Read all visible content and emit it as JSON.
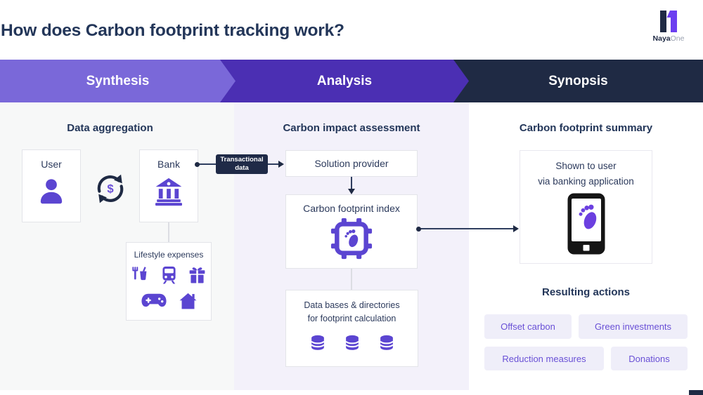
{
  "title": "How does Carbon footprint tracking work?",
  "logo": {
    "name_bold": "Naya",
    "name_light": "One"
  },
  "banner": {
    "stages": [
      {
        "label": "Synthesis",
        "color": "#7a68d9"
      },
      {
        "label": "Analysis",
        "color": "#4b2fb3"
      },
      {
        "label": "Synopsis",
        "color": "#1f2a44"
      }
    ]
  },
  "synthesis": {
    "heading": "Data aggregation",
    "user_box": {
      "label": "User",
      "icon": "person-icon"
    },
    "exchange": {
      "icon": "currency-exchange-icon",
      "symbol": "$"
    },
    "bank_box": {
      "label": "Bank",
      "icon": "bank-icon"
    },
    "transactional_tag": {
      "line1": "Transactional",
      "line2": "data"
    },
    "lifestyle_box": {
      "heading": "Lifestyle expenses",
      "icons": [
        "food-drink-icon",
        "train-icon",
        "gift-icon",
        "gamepad-icon",
        "house-icon"
      ]
    }
  },
  "analysis": {
    "heading": "Carbon impact assessment",
    "solution_provider": "Solution provider",
    "footprint_index": {
      "label": "Carbon footprint index",
      "icon": "chip-footprint-icon"
    },
    "databases": {
      "line1": "Data bases & directories",
      "line2": "for footprint calculation",
      "icons": [
        "database-icon",
        "database-icon",
        "database-icon"
      ]
    }
  },
  "synopsis": {
    "heading": "Carbon footprint summary",
    "shown_box": {
      "line1": "Shown to user",
      "line2": "via banking application",
      "icon": "smartphone-footprint-icon"
    },
    "actions_heading": "Resulting actions",
    "actions": [
      "Offset carbon",
      "Green investments",
      "Reduction measures",
      "Donations"
    ]
  },
  "colors": {
    "navy": "#1f2a44",
    "text_navy": "#233659",
    "icon_purple": "#5b45d1",
    "stage_synthesis": "#7a68d9",
    "stage_analysis": "#4b2fb3",
    "stage_synopsis": "#1f2a44",
    "action_chip_bg": "#efeef9",
    "action_chip_text": "#6950d6",
    "col1_bg": "#f7f8f8",
    "col2_bg": "#f3f1fa",
    "col3_bg": "#ffffff"
  }
}
